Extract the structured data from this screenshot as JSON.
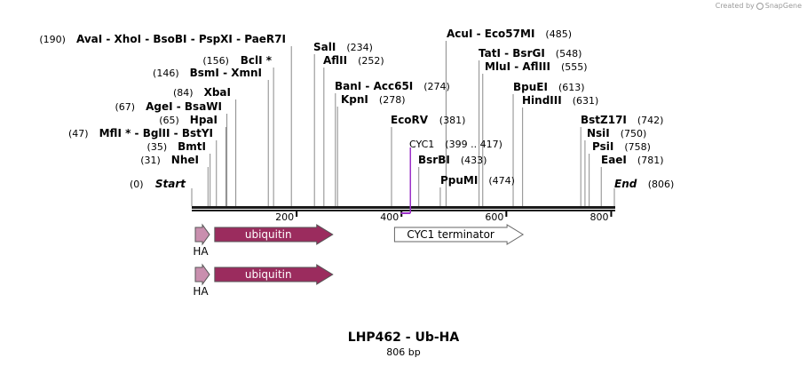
{
  "credit": {
    "text": "Created by",
    "brand": "SnapGene"
  },
  "title": "LHP462 - Ub-HA",
  "subtitle": "806 bp",
  "sequence_length": 806,
  "ruler": {
    "ticks": [
      200,
      400,
      600,
      800
    ]
  },
  "ends": {
    "start_label": "Start",
    "start_pos": "(0)",
    "end_label": "End",
    "end_pos": "(806)"
  },
  "sites": [
    {
      "pos": 190,
      "pos_text": "(190)",
      "name": "AvaI  -  XhoI  -  BsoBI  -  PspXI  -  PaeR7I",
      "pos_after": false
    },
    {
      "pos": 156,
      "pos_text": "(156)",
      "name": "BclI *",
      "pos_after": false
    },
    {
      "pos": 146,
      "pos_text": "(146)",
      "name": "BsmI  -  XmnI",
      "pos_after": false
    },
    {
      "pos": 84,
      "pos_text": "(84)",
      "name": "XbaI",
      "pos_after": false
    },
    {
      "pos": 67,
      "pos_text": "(67)",
      "name": "AgeI  -  BsaWI",
      "pos_after": false
    },
    {
      "pos": 65,
      "pos_text": "(65)",
      "name": "HpaI",
      "pos_after": false
    },
    {
      "pos": 47,
      "pos_text": "(47)",
      "name": "MflI *  -  BglII  -  BstYI",
      "pos_after": false
    },
    {
      "pos": 35,
      "pos_text": "(35)",
      "name": "BmtI",
      "pos_after": false
    },
    {
      "pos": 31,
      "pos_text": "(31)",
      "name": "NheI",
      "pos_after": false
    },
    {
      "pos": 234,
      "pos_text": "(234)",
      "name": "SalI",
      "pos_after": true
    },
    {
      "pos": 252,
      "pos_text": "(252)",
      "name": "AflII",
      "pos_after": true
    },
    {
      "pos": 274,
      "pos_text": "(274)",
      "name": "BanI  -  Acc65I",
      "pos_after": true
    },
    {
      "pos": 278,
      "pos_text": "(278)",
      "name": "KpnI",
      "pos_after": true
    },
    {
      "pos": 381,
      "pos_text": "(381)",
      "name": "EcoRV",
      "pos_after": true
    },
    {
      "pos": 433,
      "pos_text": "(433)",
      "name": "BsrBI",
      "pos_after": true
    },
    {
      "pos": 474,
      "pos_text": "(474)",
      "name": "PpuMI",
      "pos_after": true
    },
    {
      "pos": 485,
      "pos_text": "(485)",
      "name": "AcuI  -  Eco57MI",
      "pos_after": true
    },
    {
      "pos": 548,
      "pos_text": "(548)",
      "name": "TatI  -  BsrGI",
      "pos_after": true
    },
    {
      "pos": 555,
      "pos_text": "(555)",
      "name": "MluI  -  AflIII",
      "pos_after": true
    },
    {
      "pos": 613,
      "pos_text": "(613)",
      "name": "BpuEI",
      "pos_after": true
    },
    {
      "pos": 631,
      "pos_text": "(631)",
      "name": "HindIII",
      "pos_after": true
    },
    {
      "pos": 742,
      "pos_text": "(742)",
      "name": "BstZ17I",
      "pos_after": true
    },
    {
      "pos": 750,
      "pos_text": "(750)",
      "name": "NsiI",
      "pos_after": true
    },
    {
      "pos": 758,
      "pos_text": "(758)",
      "name": "PsiI",
      "pos_after": true
    },
    {
      "pos": 781,
      "pos_text": "(781)",
      "name": "EaeI",
      "pos_after": true
    }
  ],
  "primer": {
    "name": "CYC1",
    "range_text": "(399 .. 417)",
    "start": 399,
    "end": 417,
    "color": "#9b30c8"
  },
  "features": [
    {
      "name": "HA",
      "track": 0,
      "start": 0,
      "end": 30,
      "color": "#c98fae",
      "label_color": "#000000",
      "label_below": true
    },
    {
      "name": "ubiquitin",
      "track": 0,
      "start": 37,
      "end": 262,
      "color": "#9b2c5e",
      "label_color": "#ffffff",
      "label_below": false
    },
    {
      "name": "CYC1 terminator",
      "track": 0,
      "start": 380,
      "end": 625,
      "color": "#ffffff",
      "label_color": "#000000",
      "label_below": false
    },
    {
      "name": "HA",
      "track": 1,
      "start": 0,
      "end": 30,
      "color": "#c98fae",
      "label_color": "#000000",
      "label_below": true
    },
    {
      "name": "ubiquitin",
      "track": 1,
      "start": 37,
      "end": 262,
      "color": "#9b2c5e",
      "label_color": "#ffffff",
      "label_below": false
    }
  ]
}
